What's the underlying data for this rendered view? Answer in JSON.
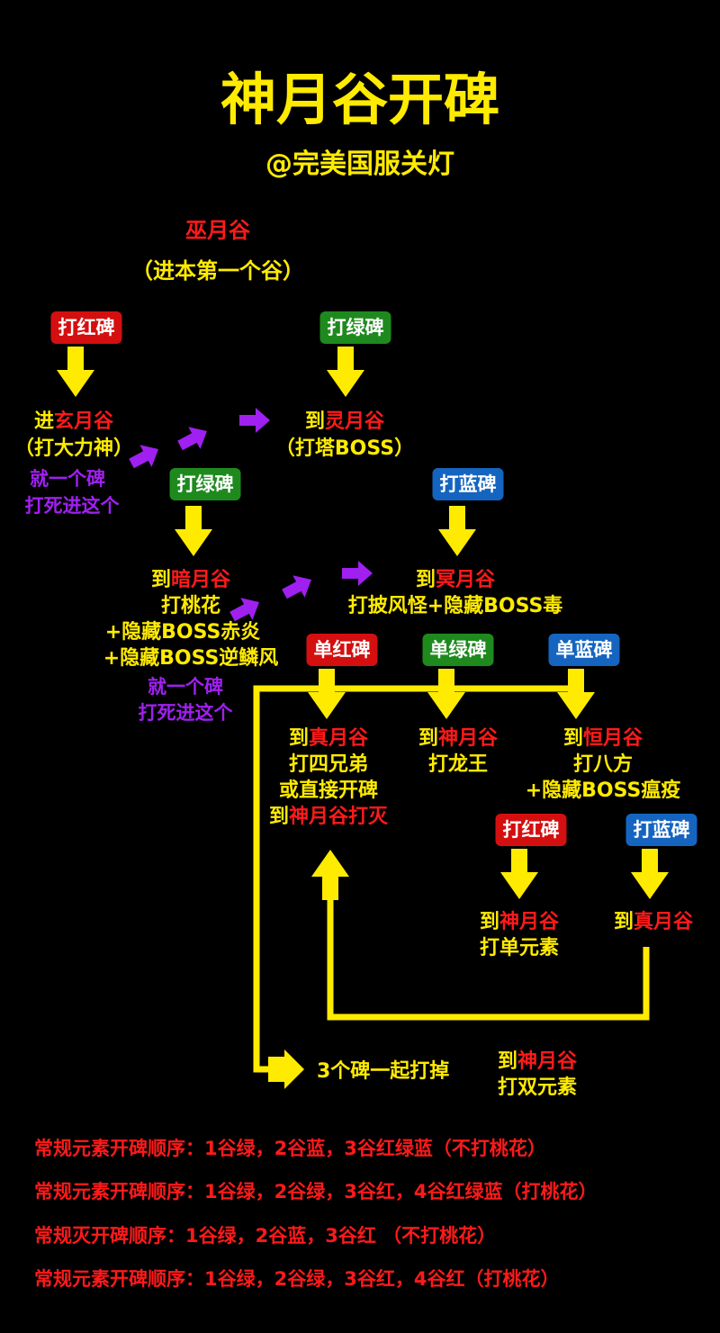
{
  "header": {
    "title": "神月谷开碑",
    "author": "@完美国服关灯"
  },
  "start": {
    "name": "巫月谷",
    "note": "（进本第一个谷）"
  },
  "badges": {
    "b1": "打红碑",
    "b2": "打绿碑",
    "b3": "打绿碑",
    "b4": "打蓝碑",
    "b5": "单红碑",
    "b6": "单绿碑",
    "b7": "单蓝碑",
    "b8": "打红碑",
    "b9": "打蓝碑"
  },
  "nodes": {
    "xuan": {
      "to": "进",
      "valley": "玄月谷",
      "task": "（打大力神）"
    },
    "ling": {
      "to": "到",
      "valley": "灵月谷",
      "task": "（打塔BOSS）"
    },
    "an": {
      "to": "到",
      "valley": "暗月谷",
      "l2": "打桃花",
      "l3": "+隐藏BOSS赤炎",
      "l4": "+隐藏BOSS逆鳞风"
    },
    "ming": {
      "to": "到",
      "valley": "冥月谷",
      "l2": "打披风怪+隐藏BOSS毒"
    },
    "zhen1": {
      "to": "到",
      "valley": "真月谷",
      "l2": "打四兄弟",
      "l3": "或直接开碑",
      "l4a": "到",
      "l4b": "神月谷打灭"
    },
    "shen1": {
      "to": "到",
      "valley": "神月谷",
      "l2": "打龙王"
    },
    "heng": {
      "to": "到",
      "valley": "恒月谷",
      "l2": "打八方",
      "l3": "+隐藏BOSS瘟疫"
    },
    "shen2": {
      "to": "到",
      "valley": "神月谷",
      "l2": "打单元素"
    },
    "zhen2": {
      "to": "到",
      "valley": "真月谷"
    },
    "together": {
      "text": "3个碑一起打掉"
    },
    "shen3": {
      "to": "到",
      "valley": "神月谷",
      "l2": "打双元素"
    }
  },
  "notes": {
    "n1a": "就一个碑",
    "n1b": "打死进这个",
    "n2a": "就一个碑",
    "n2b": "打死进这个"
  },
  "rules": [
    "常规元素开碑顺序：1谷绿，2谷蓝，3谷红绿蓝（不打桃花）",
    "常规元素开碑顺序：1谷绿，2谷绿，3谷红，4谷红绿蓝（打桃花）",
    "常规灭开碑顺序：1谷绿，2谷蓝，3谷红 （不打桃花）",
    "常规元素开碑顺序：1谷绿，2谷绿，3谷红，4谷红（打桃花）"
  ],
  "colors": {
    "background": "#000000",
    "text_yellow": "#ffeb00",
    "text_red": "#ff1a1a",
    "text_purple": "#a020f0",
    "badge_red": "#d40f0f",
    "badge_green": "#1e8a1e",
    "badge_blue": "#1565c0",
    "arrow_yellow": "#ffeb00",
    "arrow_purple": "#a020f0"
  }
}
